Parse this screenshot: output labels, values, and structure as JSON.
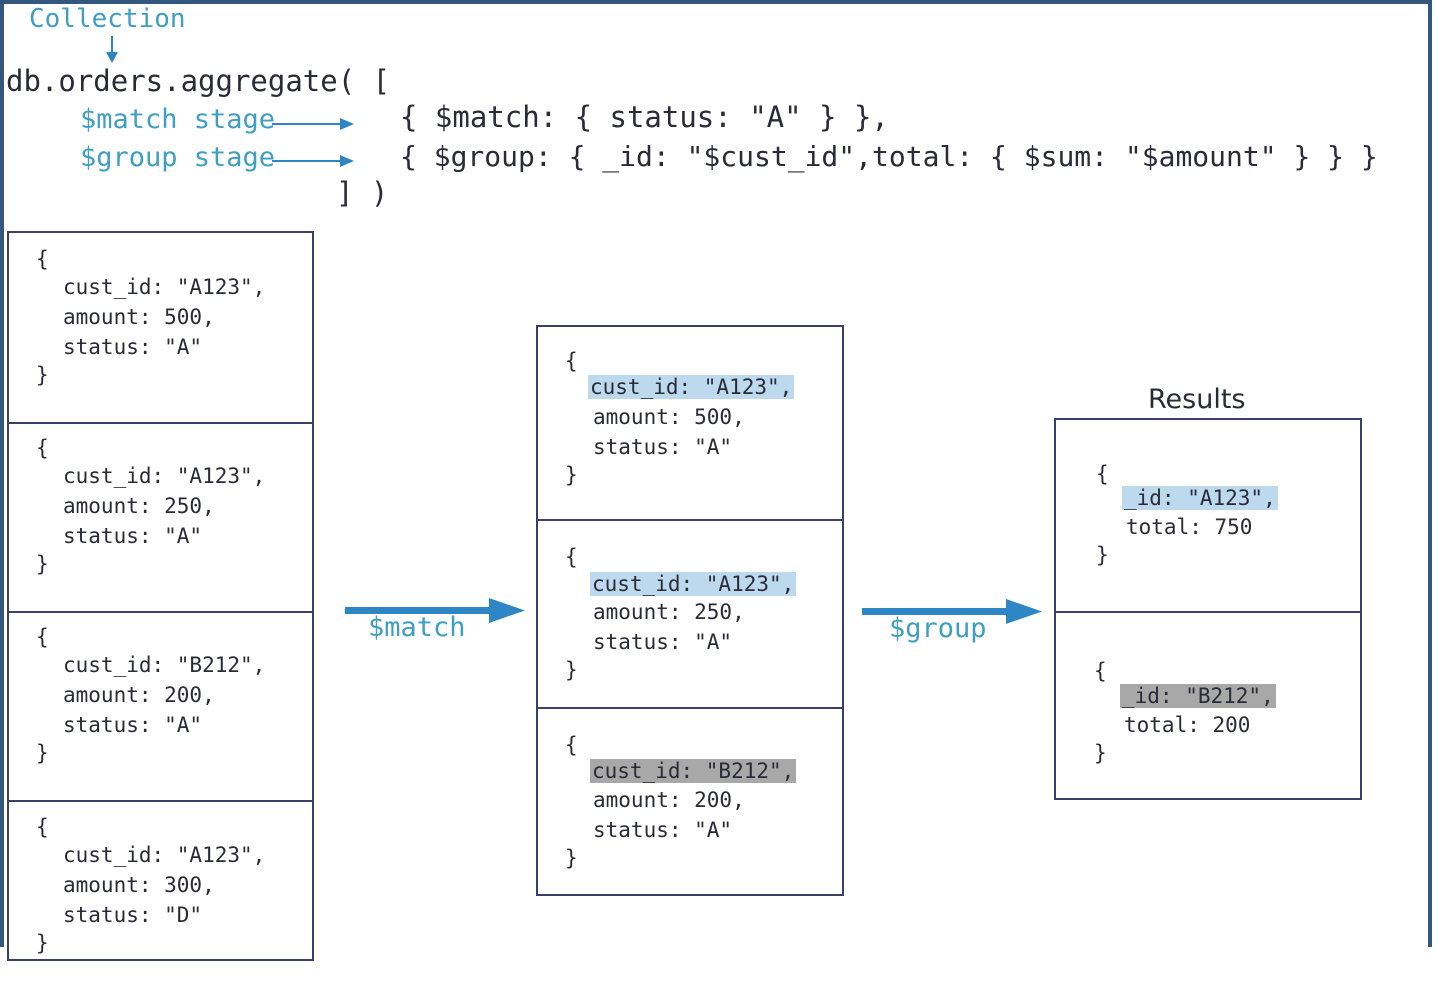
{
  "header": {
    "collection_label": "Collection",
    "code_line1": "db.orders.aggregate( [",
    "match_stage_label": "$match stage",
    "group_stage_label": "$group stage",
    "match_code": "{ $match: { status: \"A\" } },",
    "group_code": "{ $group: { _id: \"$cust_id\",total: { $sum: \"$amount\" } } }",
    "code_close": "] )"
  },
  "input_docs": [
    {
      "open": "{",
      "cust_id": "cust_id: \"A123\",",
      "amount": "amount: 500,",
      "status": "status: \"A\"",
      "close": "}"
    },
    {
      "open": "{",
      "cust_id": "cust_id: \"A123\",",
      "amount": "amount: 250,",
      "status": "status: \"A\"",
      "close": "}"
    },
    {
      "open": "{",
      "cust_id": "cust_id: \"B212\",",
      "amount": "amount: 200,",
      "status": "status: \"A\"",
      "close": "}"
    },
    {
      "open": "{",
      "cust_id": "cust_id: \"A123\",",
      "amount": "amount: 300,",
      "status": "status: \"D\"",
      "close": "}"
    }
  ],
  "match_output_docs": [
    {
      "open": "{",
      "cust_id": "cust_id: \"A123\",",
      "amount": "amount: 500,",
      "status": "status: \"A\"",
      "close": "}",
      "highlight": "#bcd9ee"
    },
    {
      "open": "{",
      "cust_id": "cust_id: \"A123\",",
      "amount": "amount: 250,",
      "status": "status: \"A\"",
      "close": "}",
      "highlight": "#bcd9ee"
    },
    {
      "open": "{",
      "cust_id": "cust_id: \"B212\",",
      "amount": "amount: 200,",
      "status": "status: \"A\"",
      "close": "}",
      "highlight": "#a8a8a8"
    }
  ],
  "flow": {
    "match_label": "$match",
    "group_label": "$group"
  },
  "results": {
    "title": "Results",
    "docs": [
      {
        "open": "{",
        "id": "_id: \"A123\",",
        "total": "total: 750",
        "close": "}",
        "highlight": "#bcd9ee"
      },
      {
        "open": "{",
        "id": "_id: \"B212\",",
        "total": "total: 200",
        "close": "}",
        "highlight": "#a8a8a8"
      }
    ]
  },
  "colors": {
    "accent": "#3f9fc2",
    "arrow": "#2f86c4",
    "frame": "#33577e",
    "box_border": "#3a3f6e"
  }
}
